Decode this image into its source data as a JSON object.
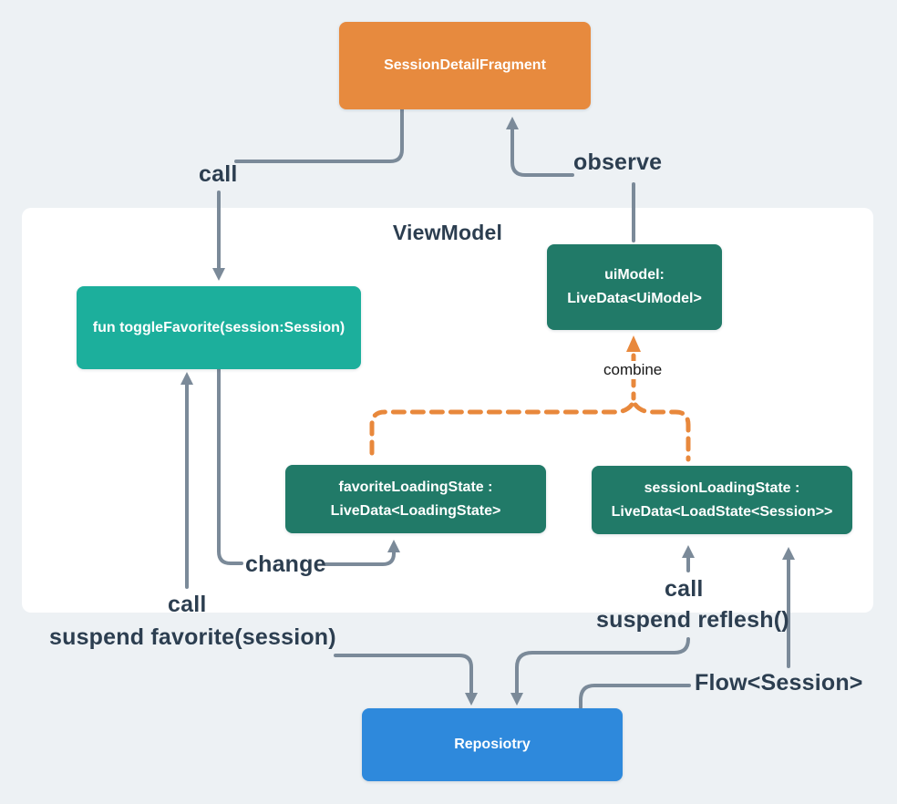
{
  "colors": {
    "bg": "#EDF1F4",
    "panel": "#FFFFFF",
    "orange": "#E78A3E",
    "teal": "#1CAF9C",
    "green": "#217A68",
    "blue": "#2E89DC",
    "line": "#7B8A99",
    "dash": "#E8883C",
    "text": "#2C3E50",
    "combine-text": "#161616"
  },
  "panel": {
    "title": "ViewModel"
  },
  "nodes": {
    "fragment": {
      "label": "SessionDetailFragment"
    },
    "toggle": {
      "label": "fun toggleFavorite(session:Session)"
    },
    "uimodel": {
      "line1": "uiModel:",
      "line2": "LiveData<UiModel>"
    },
    "favorite_state": {
      "line1": "favoriteLoadingState :",
      "line2": "LiveData<LoadingState>"
    },
    "session_state": {
      "line1": "sessionLoadingState :",
      "line2": "LiveData<LoadState<Session>>"
    },
    "repository": {
      "label": "Reposiotry"
    }
  },
  "labels": {
    "call_top": "call",
    "observe": "observe",
    "combine": "combine",
    "change": "change",
    "call_left": "call",
    "suspend_favorite": "suspend favorite(session)",
    "call_right": "call",
    "suspend_reflesh": "suspend reflesh()",
    "flow_session": "Flow<Session>"
  }
}
